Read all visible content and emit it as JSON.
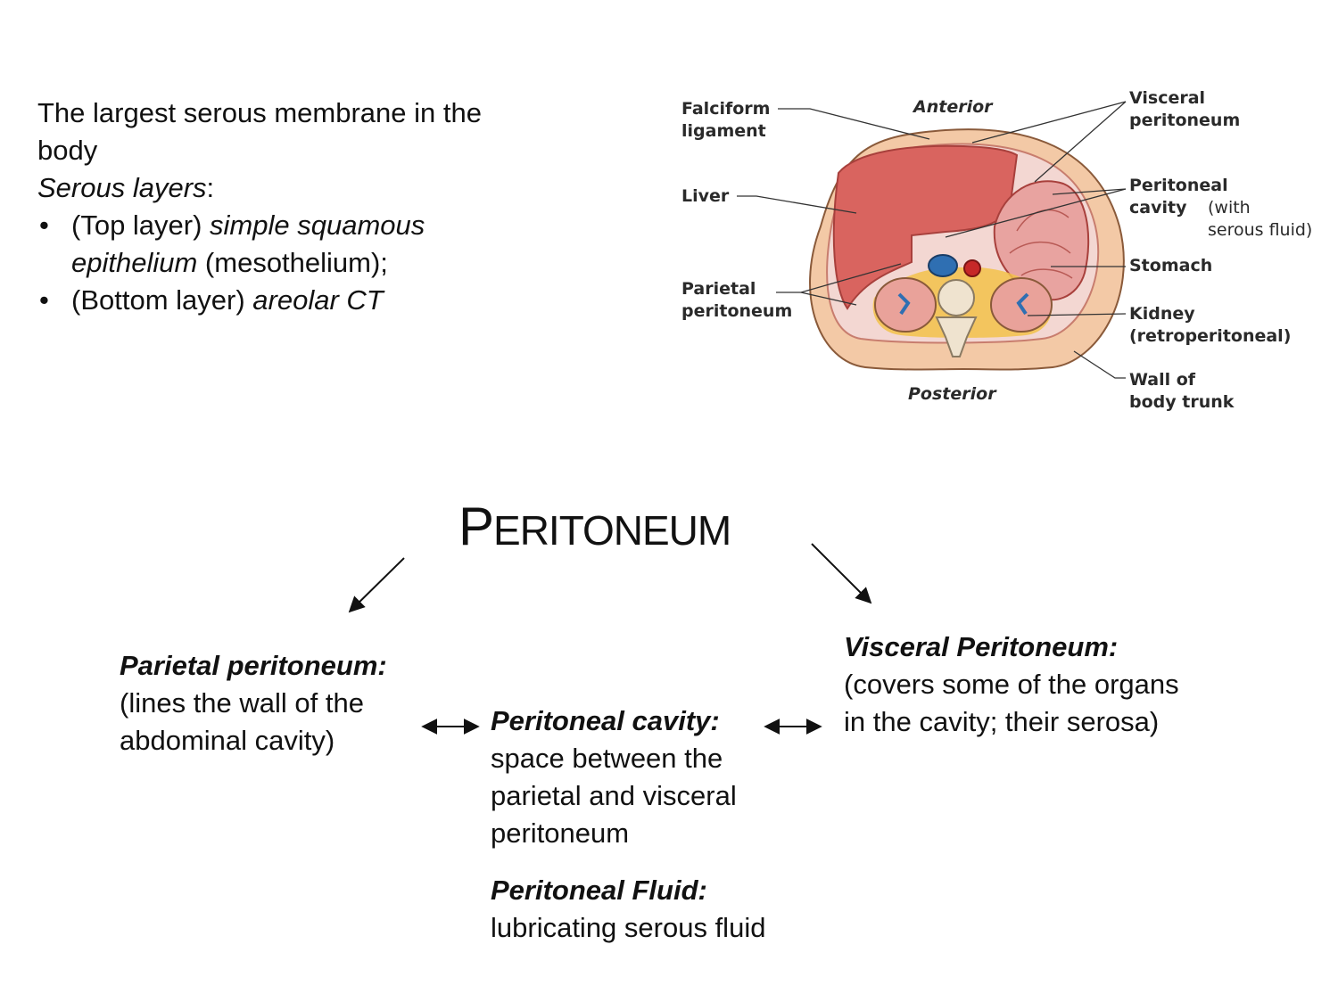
{
  "intro": {
    "line1": "The largest serous membrane in the body",
    "serous_label": "Serous layers",
    "serous_colon": ":",
    "bullets": [
      {
        "mark": "•",
        "prefix": "(Top layer) ",
        "term": "simple squamous epithelium",
        "suffix": " (mesothelium);"
      },
      {
        "mark": "•",
        "prefix": "(Bottom layer) ",
        "term": "areolar CT",
        "suffix": ""
      }
    ]
  },
  "title": {
    "first": "P",
    "rest": "ERITONEUM"
  },
  "parietal": {
    "heading": "Parietal peritoneum:",
    "text": "(lines the wall of the abdominal cavity)"
  },
  "cavity": {
    "heading": "Peritoneal cavity:",
    "text": "space between the parietal and visceral peritoneum"
  },
  "fluid": {
    "heading": "Peritoneal Fluid:",
    "text": "lubricating serous fluid"
  },
  "visceral": {
    "heading": "Visceral Peritoneum:",
    "text": "(covers some of the organs in the cavity; their serosa)"
  },
  "figure_labels": {
    "falciform": "Falciform\nligament",
    "anterior": "Anterior",
    "liver": "Liver",
    "parietal_peritoneum": "Parietal\nperitoneum",
    "posterior": "Posterior",
    "visceral_peritoneum": "Visceral\nperitoneum",
    "peritoneal_cavity_bold": "Peritoneal\ncavity",
    "peritoneal_cavity_rest": " (with\nserous fluid)",
    "stomach": "Stomach",
    "kidney": "Kidney\n(retroperitoneal)",
    "wall": "Wall of\nbody trunk"
  },
  "colors": {
    "body_wall": "#f3c9a6",
    "body_wall_edge": "#8a5a3a",
    "liver": "#d9645f",
    "cavity_inner": "#f3d7d2",
    "stomach": "#e8a3a0",
    "kidney": "#e9a29a",
    "fat": "#f2c24a",
    "vein": "#2f6fb2",
    "artery": "#c62828",
    "vertebra": "#efe3cf"
  }
}
